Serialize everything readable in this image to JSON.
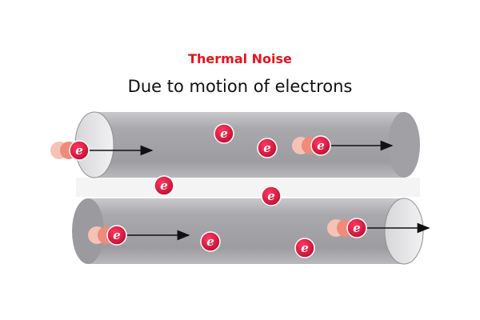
{
  "header": {
    "title": "Thermal Noise",
    "subtitle": "Due to motion of electrons"
  },
  "diagram": {
    "electron_symbol": "e",
    "colors": {
      "title": "#e8131a",
      "electron_outer": "#e0123e",
      "electron_inner": "#b8102f",
      "trail": "#f2a08e",
      "tube_body": "#a9a9ad",
      "tube_end": "#e2e2e4",
      "arrow": "#111111"
    }
  }
}
